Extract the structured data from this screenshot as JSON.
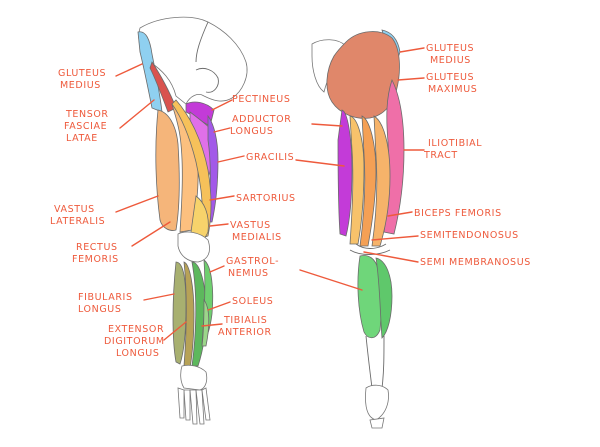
{
  "diagram": {
    "front_view": {
      "labels": [
        {
          "id": "gluteus-medius",
          "lines": [
            "GLUTEUS",
            "MEDIUS"
          ]
        },
        {
          "id": "tensor-fasciae-latae",
          "lines": [
            "TENSOR",
            "FASCIAE",
            "LATAE"
          ]
        },
        {
          "id": "vastus-lateralis",
          "lines": [
            "VASTUS",
            "LATERALIS"
          ]
        },
        {
          "id": "rectus-femoris",
          "lines": [
            "RECTUS",
            "FEMORIS"
          ]
        },
        {
          "id": "fibularis-longus",
          "lines": [
            "FIBULARIS",
            "LONGUS"
          ]
        },
        {
          "id": "extensor-digitorum-longus",
          "lines": [
            "EXTENSOR",
            "DIGITORUM",
            "LONGUS"
          ]
        },
        {
          "id": "pectineus",
          "lines": [
            "PECTINEUS"
          ]
        },
        {
          "id": "adductor-longus",
          "lines": [
            "ADDUCTOR",
            "LONGUS"
          ]
        },
        {
          "id": "gracilis",
          "lines": [
            "GRACILIS"
          ]
        },
        {
          "id": "sartorius",
          "lines": [
            "SARTORIUS"
          ]
        },
        {
          "id": "vastus-medialis",
          "lines": [
            "VASTUS",
            "MEDIALIS"
          ]
        },
        {
          "id": "gastrocnemius",
          "lines": [
            "GASTROL-",
            "NEMIUS"
          ]
        },
        {
          "id": "soleus",
          "lines": [
            "SOLEUS"
          ]
        },
        {
          "id": "tibialis-anterior",
          "lines": [
            "TIBIALIS",
            "ANTERIOR"
          ]
        }
      ]
    },
    "back_view": {
      "labels": [
        {
          "id": "gluteus-medius-back",
          "lines": [
            "GLUTEUS",
            "MEDIUS"
          ]
        },
        {
          "id": "gluteus-maximus",
          "lines": [
            "GLUTEUS",
            "MAXIMUS"
          ]
        },
        {
          "id": "iliotibial-tract",
          "lines": [
            "ILIOTIBIAL",
            "TRACT"
          ]
        },
        {
          "id": "biceps-femoris",
          "lines": [
            "BICEPS FEMORIS"
          ]
        },
        {
          "id": "semitendonosus",
          "lines": [
            "SEMITENDONOSUS"
          ]
        },
        {
          "id": "semimembranosus",
          "lines": [
            "SEMI MEMBRANOSUS"
          ]
        }
      ]
    },
    "colors": {
      "label": "#ee5a3c",
      "gluteus_medius": "#8fd0f0",
      "tensor_fasciae_latae": "#d9534f",
      "vastus_lateralis": "#f5b57a",
      "rectus_femoris": "#fcc07f",
      "vastus_medialis": "#f7d36b",
      "sartorius": "#f6c15a",
      "pectineus": "#c33bd8",
      "adductor_longus": "#e070e8",
      "gracilis": "#a259e8",
      "gastrocnemius": "#6fcf6f",
      "soleus": "#9bd68a",
      "tibialis_anterior": "#5db85d",
      "extensor_digitorum": "#b7a257",
      "fibularis": "#a8b070",
      "gluteus_maximus": "#e0876a",
      "iliotibial_tract": "#ef6fa8",
      "biceps_femoris": "#f6b36a",
      "semitendinosus": "#f4a055",
      "semimembranosus": "#f7c26b",
      "calf_back": "#6fd67a"
    }
  }
}
